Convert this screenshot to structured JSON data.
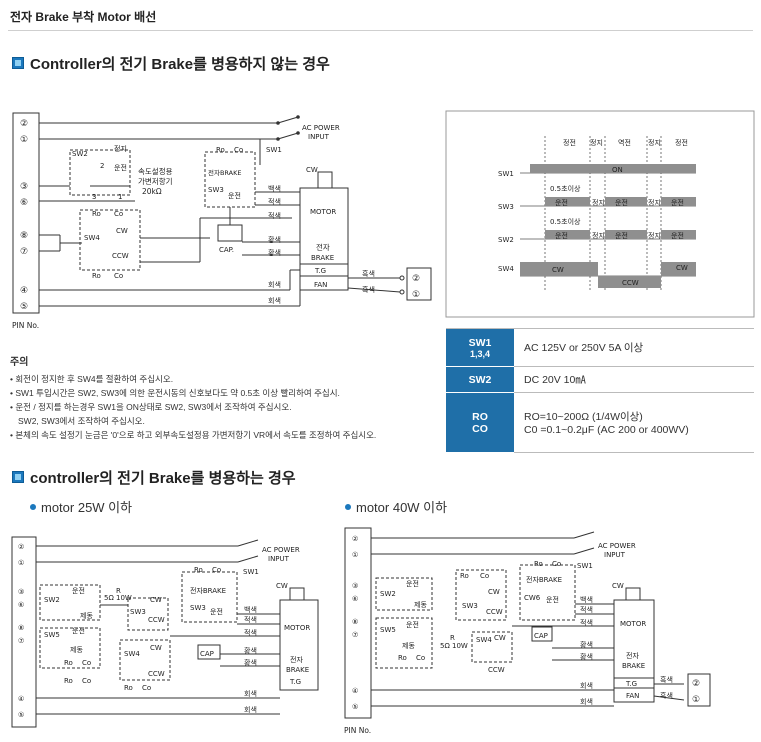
{
  "page_title": "전자 Brake 부착 Motor 배선",
  "section1_title": "Controller의 전기 Brake를 병용하지 않는 경우",
  "section2_title": "controller의 전기 Brake를 병용하는 경우",
  "sub25": "motor 25W 이하",
  "sub40": "motor 40W 이하",
  "labels": {
    "ac_power": "AC POWER",
    "input": "INPUT",
    "sw1": "SW1",
    "sw2": "SW2",
    "sw3": "SW3",
    "sw4": "SW4",
    "sw5": "SW5",
    "cw6": "CW6",
    "stop": "정지",
    "run": "운전",
    "brake_sw": "전자BRAKE",
    "brake": "BRAKE",
    "jeonja": "전자",
    "speed_vr": [
      "속도설정용",
      "가변저항기",
      "20kΩ"
    ],
    "ro": "Ro",
    "co": "Co",
    "r": "R",
    "res5": "5Ω 10W",
    "cw": "CW",
    "ccw": "CCW",
    "cap": "CAP.",
    "cap2": "CAP",
    "motor": "MOTOR",
    "tg": "T.G",
    "fan": "FAN",
    "white": "백색",
    "red": "적색",
    "red2": "적색",
    "yellow": "황색",
    "yellow2": "황색",
    "gray": "회색",
    "black": "흑색",
    "brakeword": "제동",
    "pin_no": "PIN No.",
    "pins": [
      "②",
      "①",
      "③",
      "⑥",
      "⑧",
      "⑦",
      "④",
      "⑤"
    ],
    "n1": "1",
    "n2": "2",
    "n3": "3"
  },
  "timing": {
    "header": [
      "정전",
      "정지",
      "역전",
      "정지",
      "정전"
    ],
    "rows": [
      "SW1",
      "SW3",
      "SW2",
      "SW4"
    ],
    "on": "ON",
    "run": "운전",
    "stop": "정지",
    "delay": "0.5초이상",
    "cw": "CW",
    "ccw": "CCW"
  },
  "notes": {
    "heading": "주의",
    "items": [
      "회전이 정지한 후 SW4를 절환하여 주십시오.",
      "SW1 투입시간은 SW2, SW3에 의한 운전시동의 신호보다도 약 0.5초 이상 빨리하여 주십시.",
      "운전 / 정지를 하는경우 SW1을 ON상태로 SW2, SW3에서 조작하여 주십시오.",
      "SW2, SW3에서 조작하여 주십시오.",
      "본체의 속도 설정기 눈금은 '0'으로 하고 외부속도설정용 가변저항기 VR에서 속도를 조정하여 주십시오."
    ]
  },
  "spec": [
    {
      "key": "SW1",
      "key2": "1,3,4",
      "value": "AC 125V or 250V 5A 이상"
    },
    {
      "key": "SW2",
      "key2": "",
      "value": "DC 20V 10㎃"
    },
    {
      "key": "RO",
      "key2": "CO",
      "value": "RO=10~200Ω (1/4W이상)",
      "value2": "C0 =0.1~0.2μF (AC 200 or 400WV)"
    }
  ],
  "colors": {
    "accent": "#1f6fa8",
    "signal": "#8f8f8f"
  }
}
